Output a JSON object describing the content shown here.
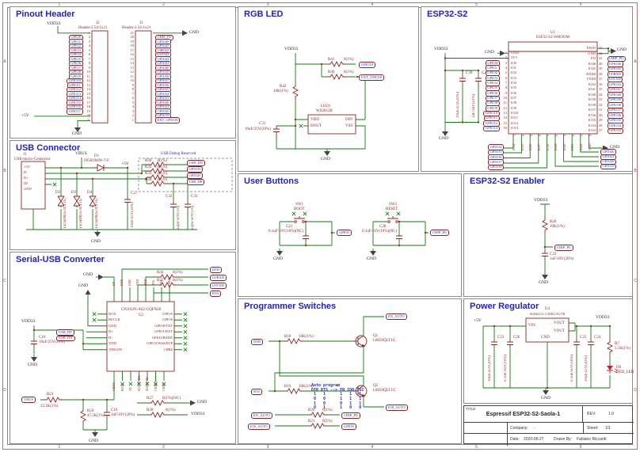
{
  "frame": {
    "cols": [
      "1",
      "2",
      "3",
      "4",
      "5",
      "6"
    ],
    "rows": [
      "A",
      "B",
      "C",
      "D"
    ]
  },
  "pinout": {
    "title": "Pinout Header",
    "vdd": "VDD33",
    "p5v": "+5V",
    "gnd_j2": "GND",
    "gnd_j3": "GND",
    "j2": {
      "ref": "J2",
      "part": "Header-2.54-1x21",
      "rows": [
        {
          "n": "1",
          "l": ""
        },
        {
          "n": "2",
          "l": "GPIO0"
        },
        {
          "n": "3",
          "l": "GPIO1"
        },
        {
          "n": "4",
          "l": "GPIO2"
        },
        {
          "n": "5",
          "l": "GPIO3"
        },
        {
          "n": "6",
          "l": "GPIO4"
        },
        {
          "n": "7",
          "l": "GPIO5"
        },
        {
          "n": "8",
          "l": "GPIO6"
        },
        {
          "n": "9",
          "l": "GPIO7"
        },
        {
          "n": "10",
          "l": "GPIO8"
        },
        {
          "n": "11",
          "l": "GPIO9"
        },
        {
          "n": "12",
          "l": "GPIO10"
        },
        {
          "n": "13",
          "l": "GPIO11"
        },
        {
          "n": "14",
          "l": "GPIO12"
        },
        {
          "n": "15",
          "l": "GPIO13"
        },
        {
          "n": "16",
          "l": "GPIO14"
        },
        {
          "n": "17",
          "l": "GPIO15"
        },
        {
          "n": "18",
          "l": "GPIO16"
        },
        {
          "n": "19",
          "l": "GPIO17"
        },
        {
          "n": "20",
          "l": ""
        },
        {
          "n": "21",
          "l": ""
        }
      ]
    },
    "j3": {
      "ref": "J3",
      "part": "Header-2.54-1x21",
      "rows": [
        {
          "n": "21",
          "l": ""
        },
        {
          "n": "20",
          "l": "CHIP_PU"
        },
        {
          "n": "19",
          "l": "GPIO46"
        },
        {
          "n": "18",
          "l": "GPIO45"
        },
        {
          "n": "17",
          "l": "U0RXD"
        },
        {
          "n": "16",
          "l": "U0TXD"
        },
        {
          "n": "15",
          "l": "GPIO42"
        },
        {
          "n": "14",
          "l": "GPIO41"
        },
        {
          "n": "13",
          "l": "GPIO40"
        },
        {
          "n": "12",
          "l": "GPIO39"
        },
        {
          "n": "11",
          "l": "GPIO38"
        },
        {
          "n": "10",
          "l": "GPIO37"
        },
        {
          "n": "9",
          "l": "GPIO36"
        },
        {
          "n": "8",
          "l": "GPIO35"
        },
        {
          "n": "7",
          "l": "GPIO34"
        },
        {
          "n": "6",
          "l": "GPIO33"
        },
        {
          "n": "5",
          "l": "GPIO26"
        },
        {
          "n": "4",
          "l": "GPIO21"
        },
        {
          "n": "3",
          "l": "GPIO20"
        },
        {
          "n": "2",
          "l": "GPIO19"
        },
        {
          "n": "1",
          "l": "EXT_GPIO18"
        }
      ]
    }
  },
  "usb": {
    "title": "USB Connector",
    "vbus": "VBUS",
    "p5v": "+5V",
    "gnd": "GND",
    "j1": {
      "ref": "J1",
      "part": "USB-micro-Connector",
      "pins": [
        "+5V",
        "D-",
        "D+",
        "ID",
        "GND"
      ]
    },
    "d1": {
      "ref": "D1",
      "part": "1N5819HW-7-F"
    },
    "tvs": {
      "part": "LESD8D5.0CT1G",
      "refs": [
        "D2",
        "D3",
        "D4"
      ]
    },
    "c27": {
      "ref": "C27",
      "val": "10uF/25V(20%)"
    },
    "debug": {
      "label": "USB Debug Reserved",
      "rows": [
        {
          "ref": "R30",
          "val": "0(1%)",
          "flag": "USB_DN"
        },
        {
          "ref": "R32",
          "val": "0(1%)",
          "flag": "GPIO19"
        },
        {
          "ref": "R33",
          "val": "0(1%)",
          "flag": "GPIO20"
        },
        {
          "ref": "R38",
          "val": "0(1%)",
          "flag": "USB_DP"
        }
      ]
    },
    "c32": {
      "ref": "C32",
      "val": "22pF/50V(5%)"
    },
    "c33": {
      "ref": "C33",
      "val": "22pF/50V(5%)"
    }
  },
  "serial": {
    "title": "Serial-USB Converter",
    "u2": {
      "ref": "U2",
      "part": "CP2102N-A02-GQFN28",
      "left": [
        "DCD",
        "RI/CLK",
        "GND",
        "D+",
        "D-",
        "VDD",
        "VREGIN"
      ],
      "right": [
        "GPIO5",
        "GPIO6",
        "GPIO0/TXT",
        "GPIO1/RXT",
        "GPIO2/RS485",
        "GPIO3/WAKEUP",
        "CHR0"
      ],
      "top": [
        "EP",
        "DTR",
        "DSR",
        "TXD",
        "RXD",
        "RTS",
        "CTS",
        "GPIO4"
      ],
      "bottom": [
        "VBUS",
        "RSTb",
        "NC",
        "SUSPENDb",
        "SUSPEND",
        "CHREN",
        "CHR1"
      ]
    },
    "flags": {
      "dtr": "DTR",
      "u0rxd": "U0RXD",
      "u0txd": "U0TXD",
      "rts": "RTS",
      "usb_dp": "USB_DP",
      "usb_dn": "USB_DN",
      "vbus": "VBUS"
    },
    "r34": {
      "ref": "R34",
      "val": "0(1%)"
    },
    "r35": {
      "ref": "R35",
      "val": "0(1%)"
    },
    "c16": {
      "ref": "C16",
      "val": "10uF/25V(20%)"
    },
    "r23": {
      "ref": "R23",
      "val": "22.1K(1%)"
    },
    "r24": {
      "ref": "R24",
      "val": "47.5K(1%)"
    },
    "c19": {
      "ref": "C19",
      "val": "1uF/10V(20%)"
    },
    "r27": {
      "ref": "R27",
      "val": "0(1%)(NC)"
    },
    "r28": {
      "ref": "R28",
      "val": "0(1%)"
    },
    "vdd": "VDD33",
    "gnd": "GND"
  },
  "rgb": {
    "title": "RGB LED",
    "vdd": "VDD33",
    "gnd": "GND",
    "r42": {
      "ref": "R42",
      "val": "10K(1%)"
    },
    "r41": {
      "ref": "R41",
      "val": "0(1%)"
    },
    "r40": {
      "ref": "R40",
      "val": "0(1%)"
    },
    "gpio18": "GPIO18",
    "ext": "EXT_GPIO18",
    "led": {
      "ref": "LED1",
      "part": "WS2812B",
      "vdd": "VDD",
      "dout": "DOUT",
      "din": "DIN",
      "vss": "VSS"
    },
    "c31": {
      "ref": "C31",
      "val": "10uF/25V(20%)"
    }
  },
  "buttons": {
    "title": "User Buttons",
    "sw1": {
      "ref": "SW1",
      "name": "BOOT",
      "cap_ref": "C21",
      "cap_val": "0.1uF/16V(10%)(NC)",
      "flag": "GPIO0",
      "gnd": "GND"
    },
    "sw2": {
      "ref": "SW2",
      "name": "RESET",
      "cap_ref": "C28",
      "cap_val": "0.1uF/16V(10%)(NC)",
      "flag": "CHIP_PU",
      "gnd": "GND"
    }
  },
  "prog": {
    "title": "Programmer Switches",
    "dtr": "DTR",
    "rts": "RTS",
    "r18": {
      "ref": "R18",
      "val": "10K(1%)"
    },
    "r19": {
      "ref": "R19",
      "val": "10K(1%)"
    },
    "q1": {
      "ref": "Q1",
      "part": "L8050QLT1G"
    },
    "q2": {
      "ref": "Q2",
      "part": "L8050QLT1G"
    },
    "en_auto": "EN_AUTO",
    "io0_auto": "IO0_AUTO",
    "r20": {
      "ref": "R20",
      "val": "0(1%)"
    },
    "r21": {
      "ref": "R21",
      "val": "0(1%)"
    },
    "chip_pu": "CHIP_PU",
    "gpio0": "GPIO0",
    "table": [
      "Auto program",
      "DTR RTS --> EN IO0 IO2",
      " 1   1      1   1   1",
      " 0   0      1   1   1",
      " 1   0      0   1   1",
      " 0   1      1   0   0"
    ]
  },
  "esp": {
    "title": "ESP32-S2",
    "u1": {
      "ref": "U1",
      "part": "ESP32-S2-WROOM"
    },
    "vdd": "VDD33",
    "gnd": "GND",
    "c30": {
      "ref": "C30",
      "val": "10uF/25V(20%)"
    },
    "c29": {
      "ref": "C29",
      "val": "1uF/16V(10%)"
    },
    "left": [
      {
        "n": "1",
        "pin": "GND",
        "l": ""
      },
      {
        "n": "2",
        "pin": "3V3",
        "l": ""
      },
      {
        "n": "3",
        "pin": "IO0",
        "l": "GPIO0"
      },
      {
        "n": "4",
        "pin": "IO1",
        "l": "GPIO1"
      },
      {
        "n": "5",
        "pin": "IO2",
        "l": "GPIO2"
      },
      {
        "n": "6",
        "pin": "IO3",
        "l": "GPIO3"
      },
      {
        "n": "7",
        "pin": "IO4",
        "l": "GPIO4"
      },
      {
        "n": "8",
        "pin": "IO5",
        "l": "GPIO5"
      },
      {
        "n": "9",
        "pin": "IO6",
        "l": "GPIO6"
      },
      {
        "n": "10",
        "pin": "IO7",
        "l": "GPIO7"
      },
      {
        "n": "11",
        "pin": "IO8",
        "l": "GPIO8"
      },
      {
        "n": "12",
        "pin": "IO9",
        "l": "GPIO9"
      },
      {
        "n": "13",
        "pin": "IO10",
        "l": "GPIO10"
      },
      {
        "n": "14",
        "pin": "IO11",
        "l": "GPIO11"
      },
      {
        "n": "15",
        "pin": "IO12",
        "l": "GPIO12"
      },
      {
        "n": "16",
        "pin": "IO13",
        "l": "GPIO13"
      }
    ],
    "right": [
      {
        "n": "43",
        "pin": "EPAD",
        "l": ""
      },
      {
        "n": "42",
        "pin": "GND",
        "l": ""
      },
      {
        "n": "41",
        "pin": "EN",
        "l": "CHIP_PU"
      },
      {
        "n": "40",
        "pin": "IO46",
        "l": "GPIO46"
      },
      {
        "n": "39",
        "pin": "IO45",
        "l": "GPIO45"
      },
      {
        "n": "38",
        "pin": "RXD0",
        "l": "U0RXD"
      },
      {
        "n": "37",
        "pin": "TXD0",
        "l": "U0TXD"
      },
      {
        "n": "36",
        "pin": "IO42",
        "l": "GPIO42"
      },
      {
        "n": "35",
        "pin": "IO41",
        "l": "GPIO41"
      },
      {
        "n": "34",
        "pin": "IO40",
        "l": "GPIO40"
      },
      {
        "n": "33",
        "pin": "IO39",
        "l": "GPIO39"
      },
      {
        "n": "32",
        "pin": "IO38",
        "l": "GPIO38"
      },
      {
        "n": "31",
        "pin": "IO37",
        "l": "GPIO37"
      },
      {
        "n": "30",
        "pin": "IO36",
        "l": "GPIO36"
      },
      {
        "n": "29",
        "pin": "IO35",
        "l": "GPIO35"
      },
      {
        "n": "28",
        "pin": "IO34",
        "l": "GPIO34"
      },
      {
        "n": "27",
        "pin": "IO33",
        "l": "GPIO33"
      }
    ],
    "bottom": [
      {
        "n": "17",
        "pin": "IO14"
      },
      {
        "n": "18",
        "pin": "IO15"
      },
      {
        "n": "19",
        "pin": "IO16"
      },
      {
        "n": "20",
        "pin": "IO17"
      },
      {
        "n": "21",
        "pin": "IO18"
      },
      {
        "n": "22",
        "pin": "IO19"
      },
      {
        "n": "23",
        "pin": "IO20"
      },
      {
        "n": "24",
        "pin": "IO21"
      },
      {
        "n": "25",
        "pin": "IO26"
      },
      {
        "n": "26",
        "pin": "GND"
      }
    ],
    "bl_flags": [
      "GPIO14",
      "GPIO15",
      "GPIO16",
      "GPIO17",
      "GPIO18"
    ],
    "br_flags": [
      "GPIO26",
      "GPIO21",
      "GPIO20",
      "GPIO19"
    ]
  },
  "enabler": {
    "title": "ESP32-S2 Enabler",
    "vdd": "VDD33",
    "gnd": "GND",
    "r26": {
      "ref": "R26",
      "val": "10K(1%)"
    },
    "c22": {
      "ref": "C22",
      "val": "1uF/10V(20%)"
    },
    "chip_pu": "CHIP_PU"
  },
  "power": {
    "title": "Power Regulator",
    "p5v": "+5V",
    "vdd": "VDD33",
    "gnd": "GND",
    "u4": {
      "ref": "U4",
      "part": "SGM2212-3.3XKC3G/TR",
      "vin": "VIN",
      "gnd": "GND",
      "vout1": "VOUT",
      "vout2": "VOUT"
    },
    "c23": {
      "ref": "C23",
      "val": "10uF/25V(20%)"
    },
    "c26": {
      "ref": "C26",
      "val": "0.1uF/16V(10%)"
    },
    "c25": {
      "ref": "C25",
      "val": "0.1uF/50V(10%)"
    },
    "c24": {
      "ref": "C24",
      "val": "10uF/25V(20%)"
    },
    "r7": {
      "ref": "R7",
      "val": "5.1K(1%)"
    },
    "d6": {
      "ref": "D6",
      "val": "RED_LED"
    }
  },
  "titleblock": {
    "title_label": "TITLE:",
    "title": "Espressif ESP32-S2-Saola-1",
    "rev_label": "REV:",
    "rev": "1.0",
    "company_label": "Company:",
    "company": "-",
    "sheet_label": "Sheet:",
    "sheet": "1/1",
    "date_label": "Date:",
    "date": "2020-06-27",
    "drawn_label": "Drawn By:",
    "drawn": "Fabiano Riccardi"
  }
}
